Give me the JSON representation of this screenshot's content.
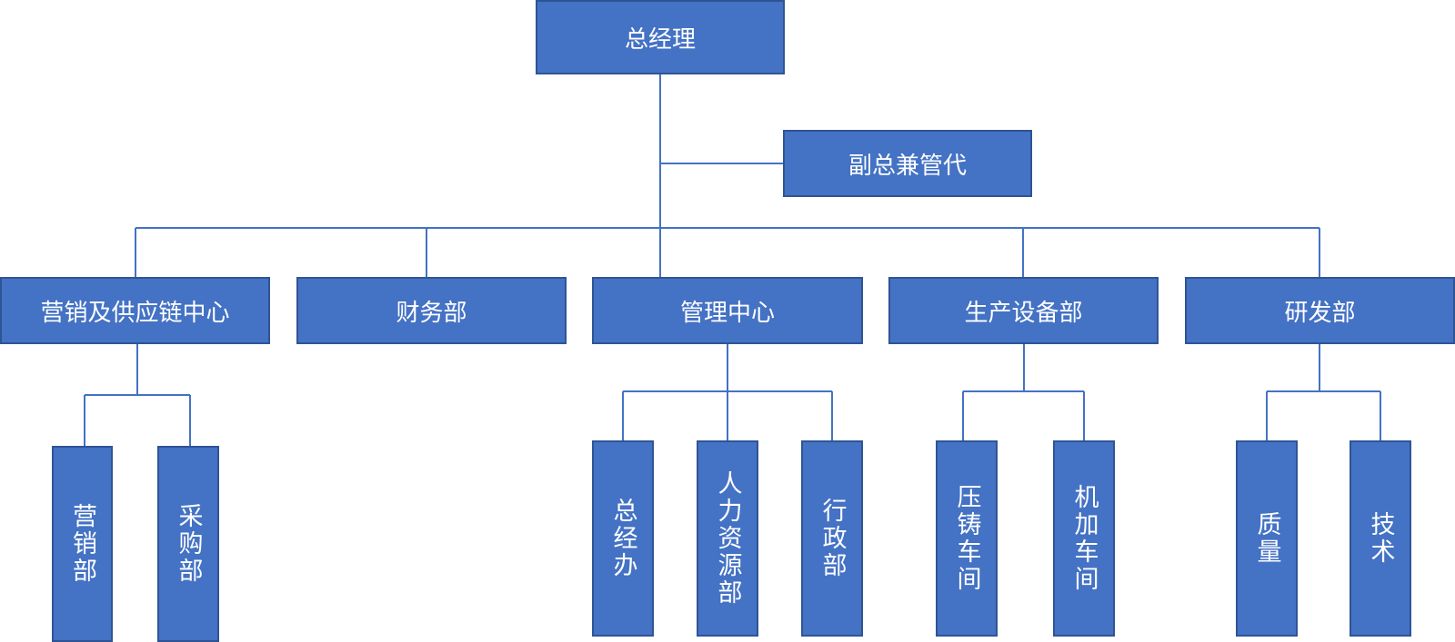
{
  "org_chart": {
    "ceo": "总经理",
    "deputy": "副总兼管代",
    "marketing_supply_chain": {
      "name": "营销及供应链中心",
      "children": [
        "营销部",
        "采购部"
      ]
    },
    "finance": "财务部",
    "management_center": {
      "name": "管理中心",
      "children": [
        "总经办",
        "人力资源部",
        "行政部"
      ]
    },
    "production_equipment": {
      "name": "生产设备部",
      "children": [
        "压铸车间",
        "机加车间"
      ]
    },
    "rd": {
      "name": "研发部",
      "children": [
        "质量",
        "技术"
      ]
    }
  },
  "colors": {
    "box_fill": "#4472c4",
    "box_border": "#2f5496",
    "connector": "#4472c4",
    "text": "#ffffff"
  }
}
